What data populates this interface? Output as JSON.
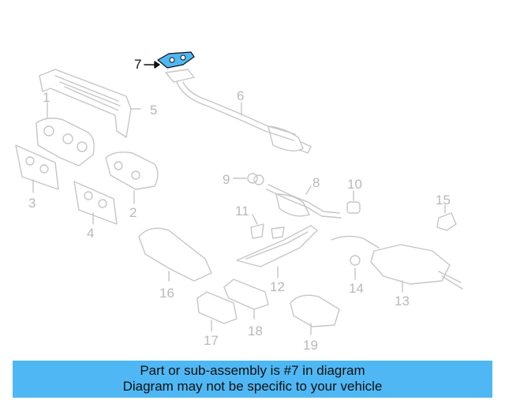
{
  "diagram": {
    "highlight_color": "#4fb8f4",
    "part_color": "#c6c6c6",
    "callouts": [
      {
        "id": "1",
        "label": "1"
      },
      {
        "id": "2",
        "label": "2"
      },
      {
        "id": "3",
        "label": "3"
      },
      {
        "id": "4",
        "label": "4"
      },
      {
        "id": "5",
        "label": "5"
      },
      {
        "id": "6",
        "label": "6"
      },
      {
        "id": "7",
        "label": "7",
        "highlighted": true
      },
      {
        "id": "8",
        "label": "8"
      },
      {
        "id": "9",
        "label": "9"
      },
      {
        "id": "10",
        "label": "10"
      },
      {
        "id": "11",
        "label": "11"
      },
      {
        "id": "12",
        "label": "12"
      },
      {
        "id": "13",
        "label": "13"
      },
      {
        "id": "14",
        "label": "14"
      },
      {
        "id": "15",
        "label": "15"
      },
      {
        "id": "16",
        "label": "16"
      },
      {
        "id": "17",
        "label": "17"
      },
      {
        "id": "18",
        "label": "18"
      },
      {
        "id": "19",
        "label": "19"
      }
    ]
  },
  "caption": {
    "line1": "Part or sub-assembly is #7 in diagram",
    "line2": "Diagram may not be specific to your vehicle",
    "background": "#4fb8f4"
  }
}
